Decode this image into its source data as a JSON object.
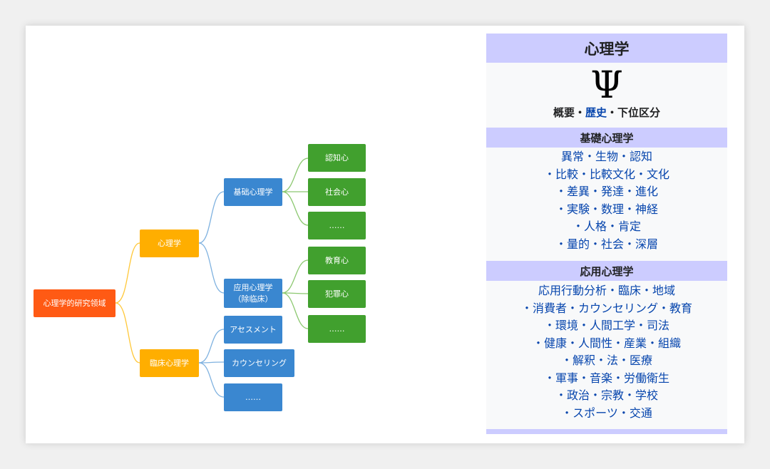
{
  "mindmap": {
    "root": "心理学的研究领域",
    "l1": [
      "心理学",
      "臨床心理学"
    ],
    "l2": [
      "基础心理学",
      "应用心理学\n（除临床）",
      "アセスメント",
      "カウンセリング",
      "……"
    ],
    "l3": [
      "認知心",
      "社会心",
      "……",
      "教育心",
      "犯罪心",
      "……"
    ],
    "colors": {
      "root": "#ff5a14",
      "level1": "#ffae00",
      "level2": "#3a87d0",
      "level3": "#41a02e",
      "link_l1": "#ffc83a",
      "link_l2": "#7fb2e0",
      "link_l3": "#8cc870"
    }
  },
  "infobox": {
    "title": "心理学",
    "symbol": "Ψ",
    "nav": {
      "overview": "概要",
      "sep1": "・",
      "history": "歴史",
      "sep2": "・",
      "subfields": "下位区分"
    },
    "sections": [
      {
        "heading": "基礎心理学",
        "lines": [
          "異常・生物・認知",
          "・比較・比較文化・文化",
          "・差異・発達・進化",
          "・実験・数理・神経",
          "・人格・肯定",
          "・量的・社会・深層"
        ]
      },
      {
        "heading": "応用心理学",
        "lines": [
          "応用行動分析・臨床・地域",
          "・消費者・カウンセリング・教育",
          "・環境・人間工学・司法",
          "・健康・人間性・産業・組織",
          "・解釈・法・医療",
          "・軍事・音楽・労働衛生",
          "・政治・宗教・学校",
          "・スポーツ・交通"
        ]
      }
    ],
    "colors": {
      "header_bg": "#ccccff",
      "link": "#0645ad",
      "body_bg": "#f8f9fa"
    }
  }
}
